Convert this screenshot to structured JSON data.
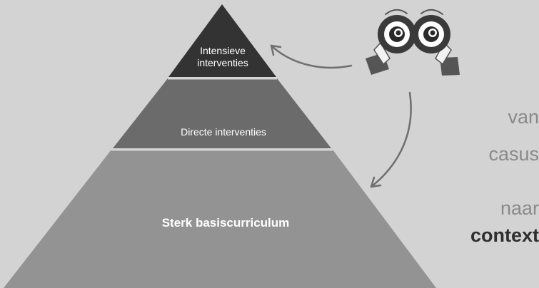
{
  "pyramid": {
    "top_label_line1": "Intensieve",
    "top_label_line2": "interventies",
    "middle_label": "Directe interventies",
    "bottom_label": "Sterk basiscurriculum"
  },
  "side_text": {
    "line1": "van",
    "line2": "casus",
    "line3": "naar",
    "line4": "context"
  },
  "colors": {
    "background": "#d3d3d3",
    "tier_top": "#333333",
    "tier_middle": "#6b6b6b",
    "tier_bottom": "#939393",
    "arrow": "#6f6f6f"
  },
  "icons": {
    "binoculars": "binoculars-icon"
  }
}
